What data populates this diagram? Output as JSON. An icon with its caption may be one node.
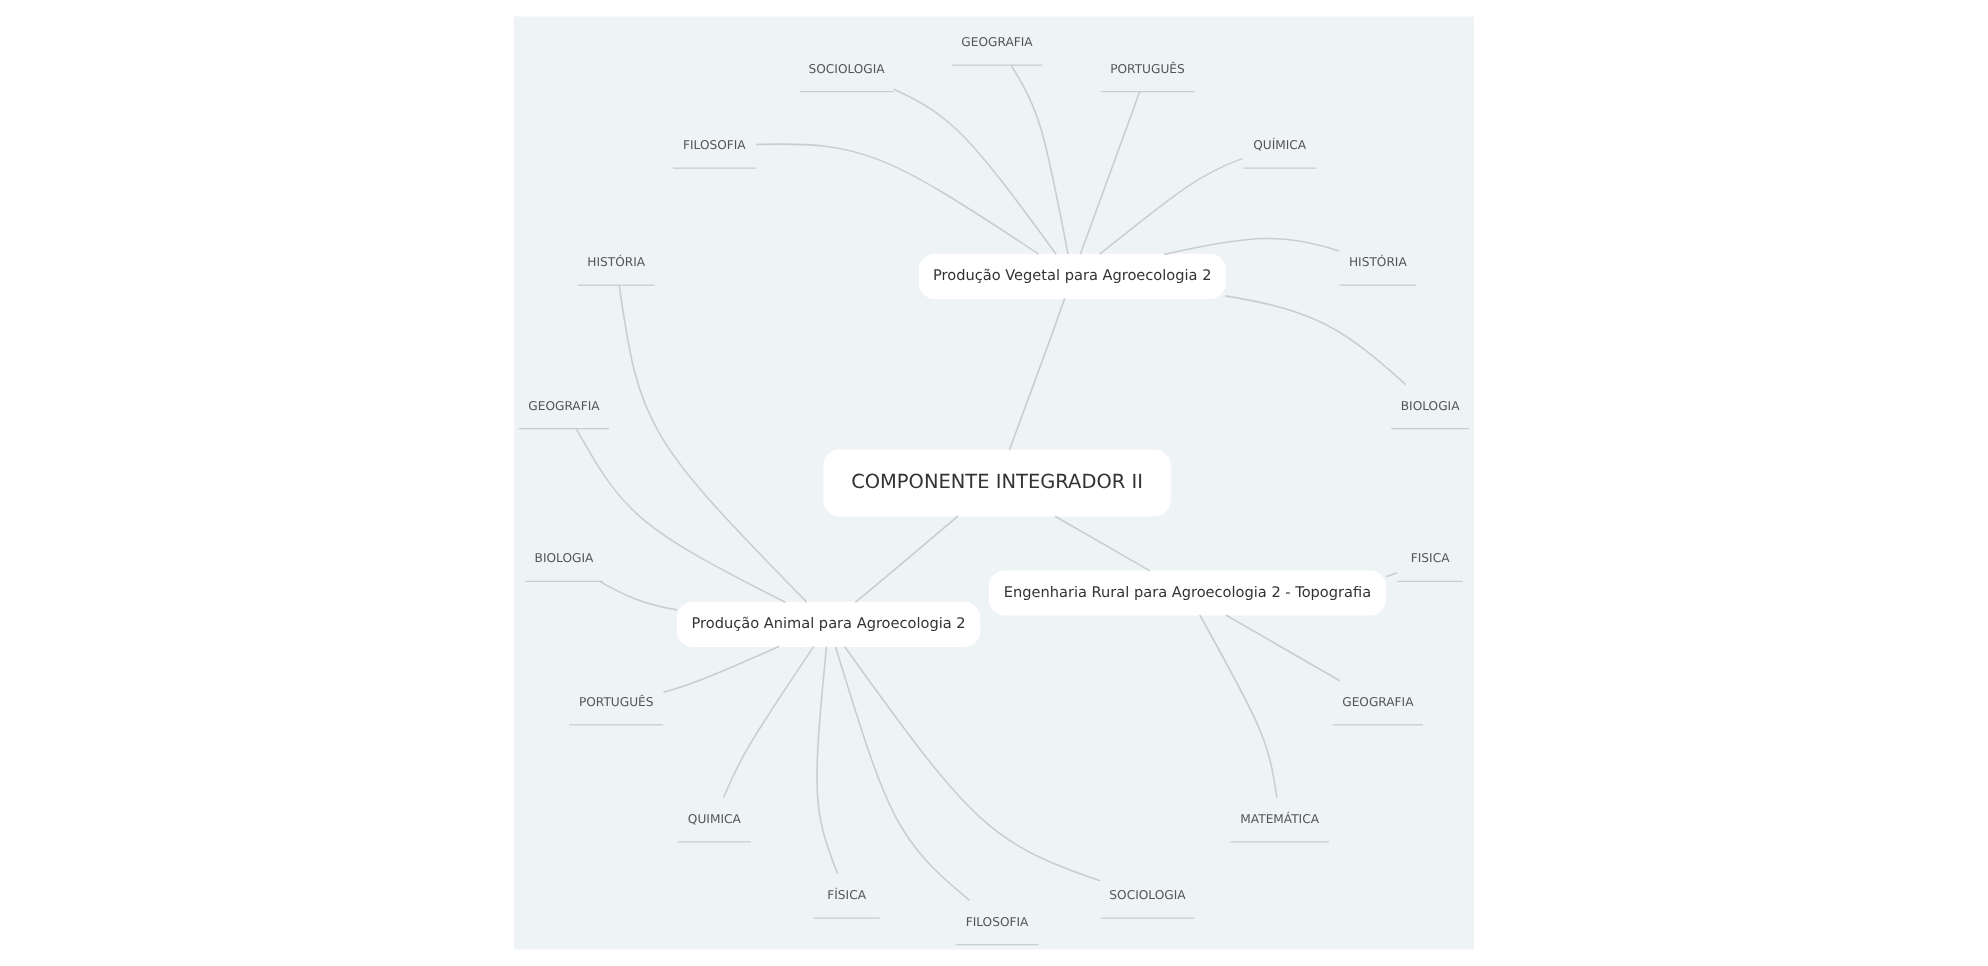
{
  "diagram": {
    "nodes": [
      {
        "text": [
          "COMPONENTE INTEGRADOR II"
        ]
      },
      {
        "text": [
          "Produção Vegetal para Agroecologia 2"
        ]
      },
      {
        "text": [
          "BIOLOGIA"
        ]
      },
      {
        "text": [
          "HISTÓRIA"
        ]
      },
      {
        "text": [
          "QUÍMICA"
        ]
      },
      {
        "text": [
          "PORTUGUÊS"
        ]
      },
      {
        "text": [
          "GEOGRAFIA"
        ]
      },
      {
        "text": [
          "SOCIOLOGIA"
        ]
      },
      {
        "text": [
          "FILOSOFIA"
        ]
      },
      {
        "text": [
          "Produção Animal para Agroecologia 2"
        ]
      },
      {
        "text": [
          "HISTÓRIA"
        ]
      },
      {
        "text": [
          "GEOGRAFIA"
        ]
      },
      {
        "text": [
          "BIOLOGIA"
        ]
      },
      {
        "text": [
          "PORTUGUÊS"
        ]
      },
      {
        "text": [
          "QUIMICA"
        ]
      },
      {
        "text": [
          "FÍSICA"
        ]
      },
      {
        "text": [
          "FILOSOFIA"
        ]
      },
      {
        "text": [
          "SOCIOLOGIA"
        ]
      },
      {
        "text": [
          "Engenharia Rural para Agroecologia 2 - Topografia"
        ]
      },
      {
        "text": [
          "MATEMÁTICA"
        ]
      },
      {
        "text": [
          "GEOGRAFIA"
        ]
      },
      {
        "text": [
          "FISICA"
        ]
      }
    ],
    "edges": [
      {
        "from": 0,
        "to": 1,
        "arrow": "none"
      },
      {
        "from": 1,
        "to": 2,
        "arrow": "none"
      },
      {
        "from": 1,
        "to": 3,
        "arrow": "none"
      },
      {
        "from": 1,
        "to": 4,
        "arrow": "none"
      },
      {
        "from": 1,
        "to": 5,
        "arrow": "none"
      },
      {
        "from": 1,
        "to": 6,
        "arrow": "none"
      },
      {
        "from": 1,
        "to": 7,
        "arrow": "none"
      },
      {
        "from": 1,
        "to": 8,
        "arrow": "none"
      },
      {
        "from": 0,
        "to": 9,
        "arrow": "none"
      },
      {
        "from": 9,
        "to": 10,
        "arrow": "none"
      },
      {
        "from": 9,
        "to": 11,
        "arrow": "none"
      },
      {
        "from": 9,
        "to": 12,
        "arrow": "none"
      },
      {
        "from": 9,
        "to": 13,
        "arrow": "none"
      },
      {
        "from": 9,
        "to": 14,
        "arrow": "none"
      },
      {
        "from": 9,
        "to": 15,
        "arrow": "none"
      },
      {
        "from": 9,
        "to": 16,
        "arrow": "none"
      },
      {
        "from": 9,
        "to": 17,
        "arrow": "none"
      },
      {
        "from": 0,
        "to": 18,
        "arrow": "none"
      },
      {
        "from": 18,
        "to": 19,
        "arrow": "none"
      },
      {
        "from": 18,
        "to": 20,
        "arrow": "none"
      },
      {
        "from": 18,
        "to": 21,
        "arrow": "none"
      }
    ]
  }
}
